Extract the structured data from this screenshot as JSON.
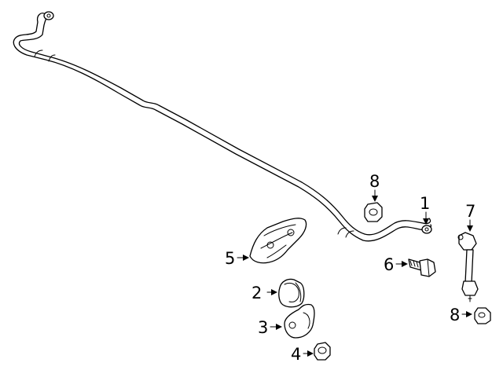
{
  "diagram": {
    "callouts": [
      {
        "id": "1",
        "label": "1",
        "part": "stabilizer-bar"
      },
      {
        "id": "2",
        "label": "2",
        "part": "bushing"
      },
      {
        "id": "3",
        "label": "3",
        "part": "bushing-bracket"
      },
      {
        "id": "4",
        "label": "4",
        "part": "nut"
      },
      {
        "id": "5",
        "label": "5",
        "part": "heat-shield"
      },
      {
        "id": "6",
        "label": "6",
        "part": "bolt"
      },
      {
        "id": "7",
        "label": "7",
        "part": "stabilizer-link"
      },
      {
        "id": "8a",
        "label": "8",
        "part": "link-nut-upper"
      },
      {
        "id": "8b",
        "label": "8",
        "part": "link-nut-lower"
      }
    ]
  }
}
